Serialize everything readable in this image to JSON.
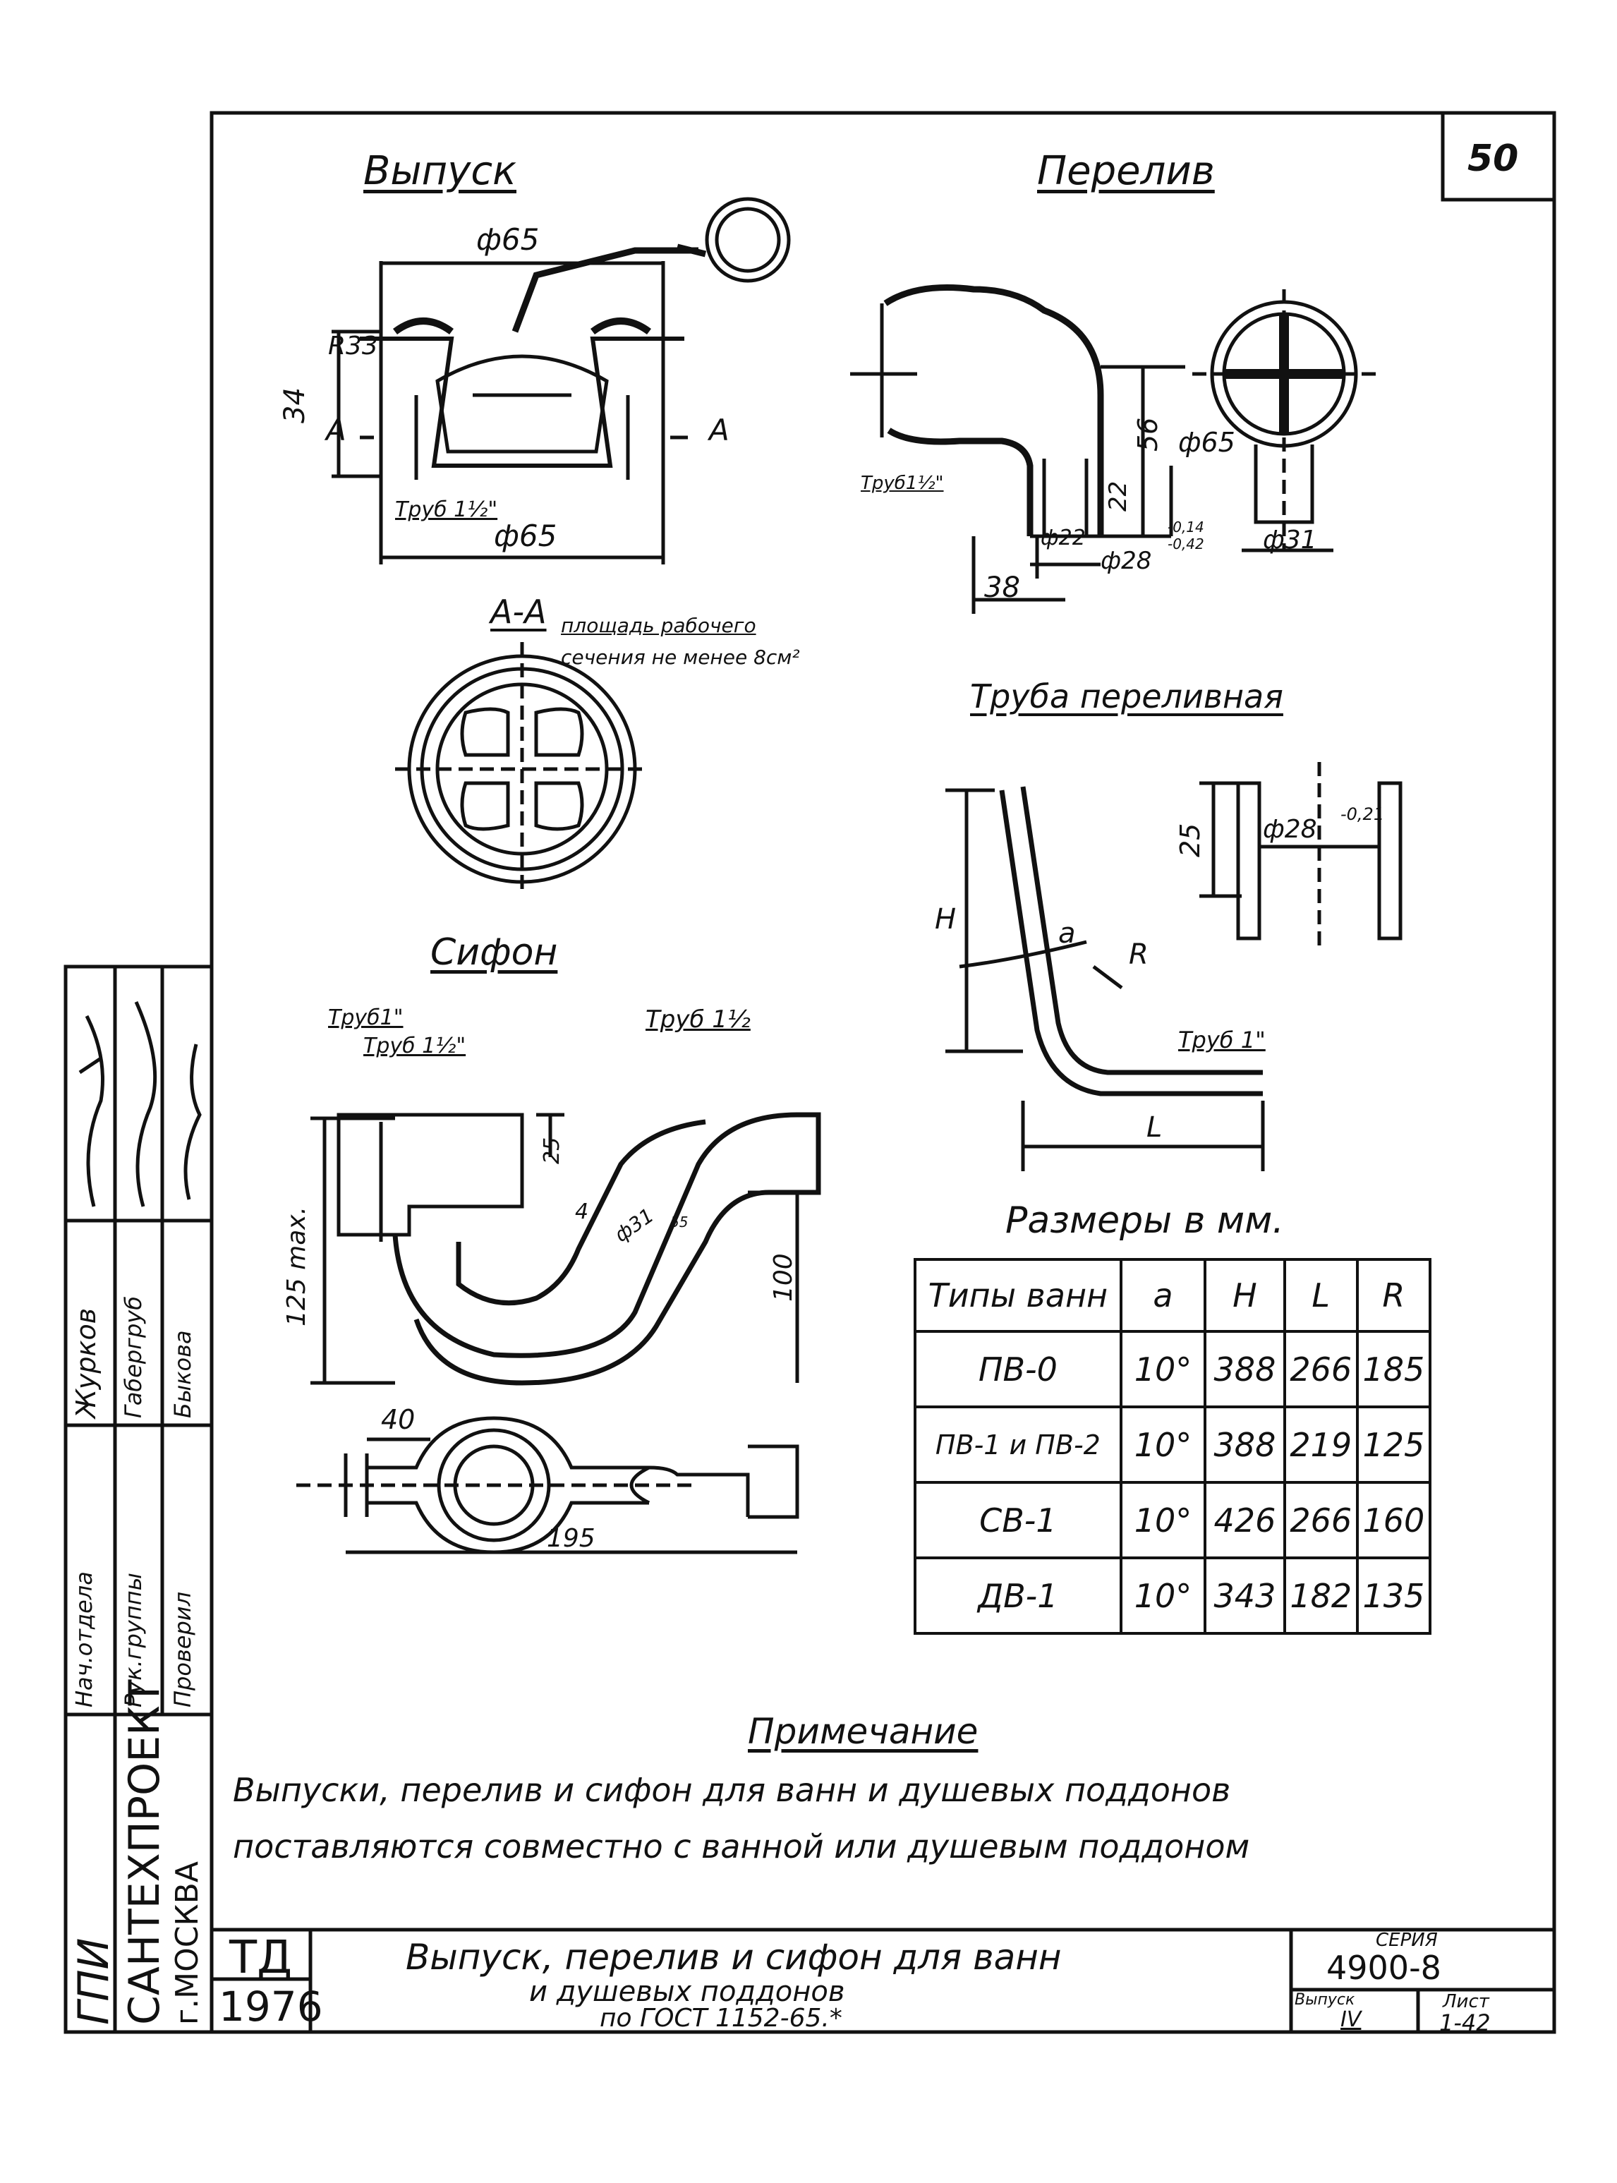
{
  "sheet_number": "50",
  "views": {
    "outlet": {
      "title": "Выпуск",
      "dim_top": "ф65",
      "dim_bottom": "ф65",
      "dim_height": "34",
      "radius": "R33",
      "section_a": "А",
      "pipe": "Труб 1½\""
    },
    "overflow": {
      "title": "Перелив",
      "pipe": "Труб1½\"",
      "dim_56": "56",
      "dim_22v": "22",
      "dim_65": "ф65",
      "dim_22": "ф22",
      "dim_28": "ф28",
      "tol_28": "-0,14 -0,42",
      "dim_38": "38",
      "dim_31": "ф31"
    },
    "section": {
      "title": "А-А",
      "note_line1": "площадь рабочего",
      "note_line2": "сечения не менее 8см²"
    },
    "overflow_pipe": {
      "title": "Труба переливная",
      "label_h": "Н",
      "label_a": "а",
      "label_r": "R",
      "label_l": "L",
      "pipe": "Труб 1\"",
      "dim_25": "25",
      "dim_28": "ф28",
      "tol_28": "-0,21"
    },
    "siphon": {
      "title": "Сифон",
      "pipe_1": "Труб1\"",
      "pipe_15a": "Труб 1½\"",
      "pipe_15b": "Труб 1½",
      "dim_125": "125 max.",
      "dim_25": "25",
      "dim_4": "4",
      "dim_31": "ф31",
      "dim_55": "55",
      "dim_100": "100",
      "dim_40": "40",
      "dim_195": "195"
    }
  },
  "sizes_table": {
    "caption": "Размеры в мм.",
    "headers": [
      "Типы ванн",
      "а",
      "Н",
      "L",
      "R"
    ],
    "rows": [
      [
        "ПВ-0",
        "10°",
        "388",
        "266",
        "185"
      ],
      [
        "ПВ-1 и ПВ-2",
        "10°",
        "388",
        "219",
        "125"
      ],
      [
        "СВ-1",
        "10°",
        "426",
        "266",
        "160"
      ],
      [
        "ДВ-1",
        "10°",
        "343",
        "182",
        "135"
      ]
    ]
  },
  "note": {
    "title": "Примечание",
    "line1": "Выпуски, перелив и сифон для ванн и душевых поддонов",
    "line2": "поставляются совместно с ванной или душевым поддоном"
  },
  "title_block": {
    "org_1": "ГПИ",
    "org_2": "САНТЕХПРОЕКТ",
    "org_3": "г.МОСКВА",
    "roles": [
      "Нач.отдела",
      "Рук.группы",
      "Проверил"
    ],
    "names": [
      "Журков",
      "Габергруб",
      "Быкова"
    ],
    "td": "ТД",
    "year": "1976",
    "title_line1": "Выпуск, перелив и сифон для ванн",
    "title_line2": "и душевых поддонов",
    "title_line3": "по ГОСТ 1152-65.*",
    "series_label": "серия",
    "series_value": "4900-8",
    "issue_label": "Выпуск",
    "issue_value": "IV",
    "sheet_label": "Лист",
    "sheet_value": "1-42"
  }
}
